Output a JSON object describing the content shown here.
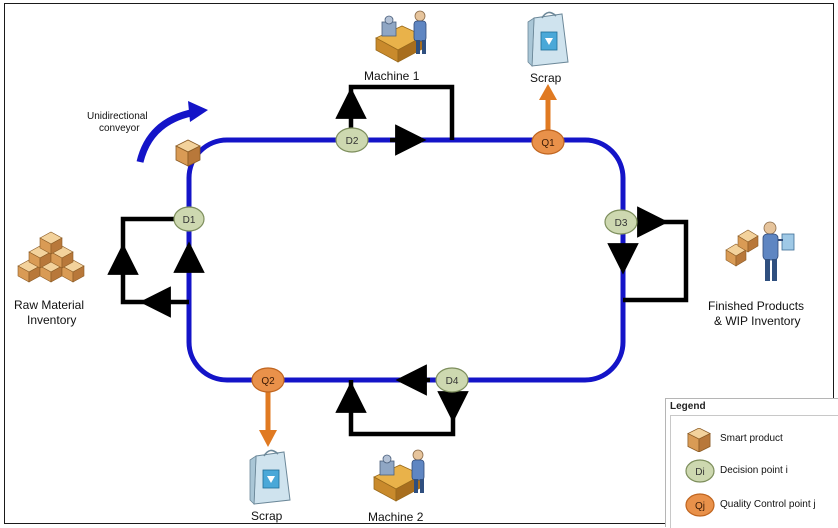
{
  "colors": {
    "conveyor": "#1414c8",
    "loop": "#000000",
    "decision_fill": "#cdd8b0",
    "decision_stroke": "#7d8e5c",
    "quality_fill": "#e9914a",
    "quality_stroke": "#c0651f",
    "arrow_orange": "#e07a22"
  },
  "nodes": {
    "d1": "D1",
    "d2": "D2",
    "d3": "D3",
    "d4": "D4",
    "q1": "Q1",
    "q2": "Q2"
  },
  "labels": {
    "machine1": "Machine 1",
    "machine2": "Machine 2",
    "scrap_top": "Scrap",
    "scrap_bottom": "Scrap",
    "raw_line1": "Raw Material",
    "raw_line2": "Inventory",
    "finished_line1": "Finished Products",
    "finished_line2": "& WIP Inventory",
    "conveyor_line1": "Unidirectional",
    "conveyor_line2": "conveyor"
  },
  "legend": {
    "title": "Legend",
    "items": [
      {
        "symbol": "",
        "text": "Smart product"
      },
      {
        "symbol": "Di",
        "text": "Decision point i"
      },
      {
        "symbol": "Qj",
        "text": "Quality Control point j"
      }
    ]
  },
  "icons": [
    "smart-product-box-icon",
    "raw-material-boxes-icon",
    "machine-worker-icon",
    "scrap-bin-icon",
    "inventory-worker-icon"
  ]
}
